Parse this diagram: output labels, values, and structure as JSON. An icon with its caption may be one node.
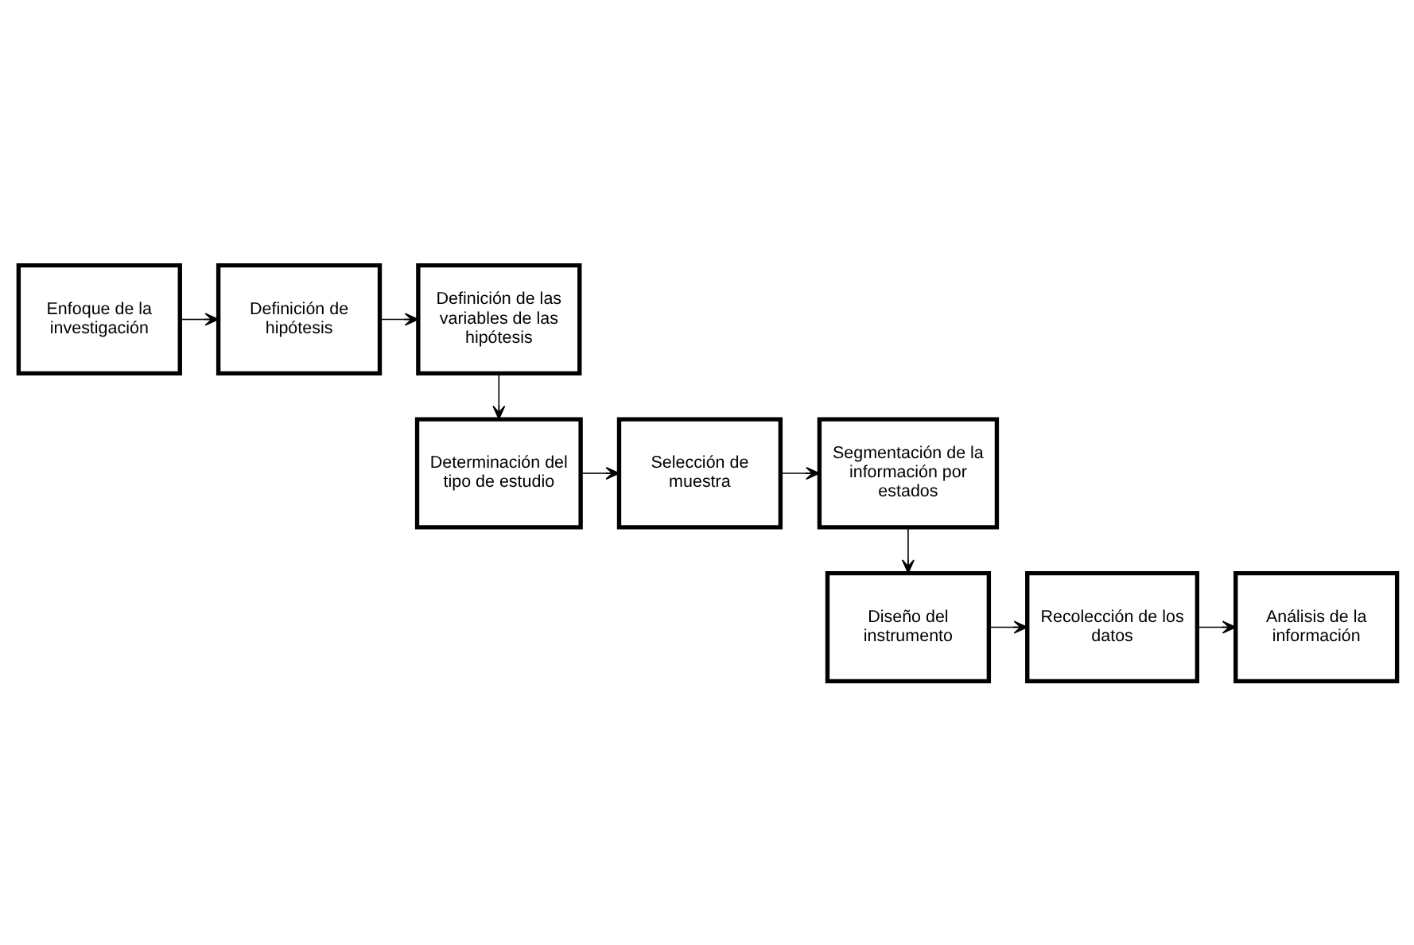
{
  "diagram": {
    "nodes": [
      {
        "text": [
          "Enfoque de la investigación"
        ]
      },
      {
        "text": [
          "Definición de hipótesis"
        ]
      },
      {
        "text": [
          "Definición de las variables de las hipótesis"
        ]
      },
      {
        "text": [
          "Determinación del tipo de estudio"
        ]
      },
      {
        "text": [
          "Selección de muestra"
        ]
      },
      {
        "text": [
          "Segmentación de la información por estados"
        ]
      },
      {
        "text": [
          "Diseño del instrumento"
        ]
      },
      {
        "text": [
          "Recolección de los datos"
        ]
      },
      {
        "text": [
          "Análisis de la información"
        ]
      }
    ],
    "edges": [
      {
        "from": 0,
        "to": 1,
        "arrow": "to"
      },
      {
        "from": 1,
        "to": 2,
        "arrow": "to"
      },
      {
        "from": 2,
        "to": 3,
        "arrow": "to"
      },
      {
        "from": 3,
        "to": 4,
        "arrow": "to"
      },
      {
        "from": 4,
        "to": 5,
        "arrow": "to"
      },
      {
        "from": 5,
        "to": 6,
        "arrow": "to"
      },
      {
        "from": 6,
        "to": 7,
        "arrow": "to"
      },
      {
        "from": 7,
        "to": 8,
        "arrow": "to"
      }
    ]
  }
}
